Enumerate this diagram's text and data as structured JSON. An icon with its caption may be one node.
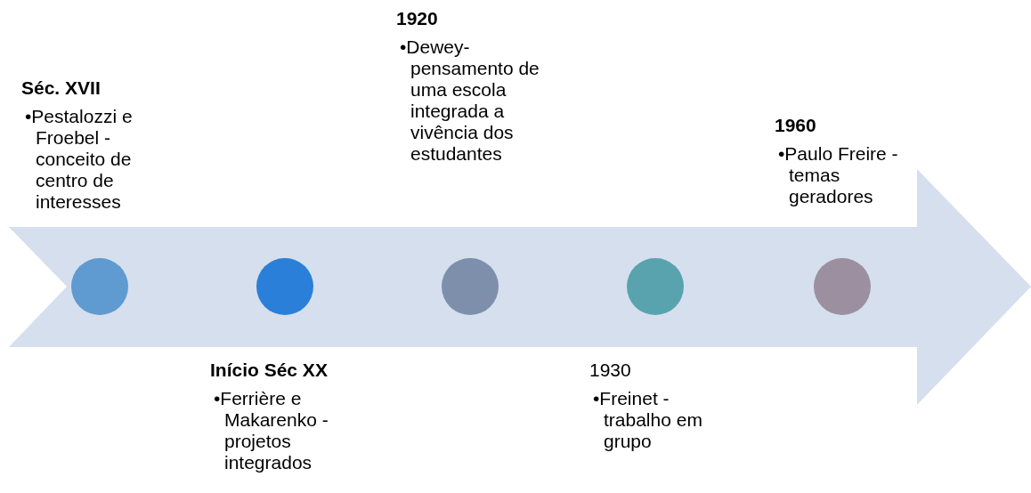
{
  "diagram": {
    "nodes": [
      {
        "text": [],
        "shape": "arrow"
      },
      {
        "text": [],
        "shape": "circle",
        "in": 0,
        "beside": [
          "Séc. XVII",
          "•Pestalozzi e Froebel - conceito de centro de interesses"
        ]
      },
      {
        "text": [],
        "shape": "circle",
        "in": 0,
        "beside": [
          "Início Séc XX",
          "•Ferrière e Makarenko - projetos integrados"
        ]
      },
      {
        "text": [],
        "shape": "circle",
        "in": 0,
        "beside": [
          "1920",
          "•Dewey-pensamento de uma escola integrada a vivência dos estudantes"
        ]
      },
      {
        "text": [],
        "shape": "circle",
        "in": 0,
        "beside": [
          "1930",
          "•Freinet - trabalho em grupo"
        ]
      },
      {
        "text": [],
        "shape": "circle",
        "in": 0,
        "beside": [
          "1960",
          "•Paulo Freire - temas geradores"
        ]
      }
    ]
  }
}
